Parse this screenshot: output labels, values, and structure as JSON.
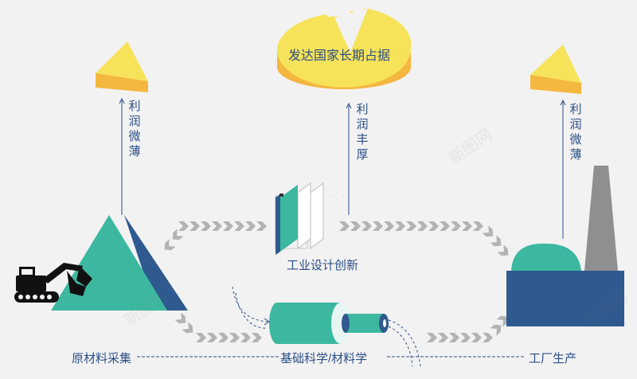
{
  "colors": {
    "teal": "#3db8a0",
    "navy": "#2f5a8f",
    "yellow": "#f7e35a",
    "orange": "#f4b73f",
    "gray_arrow": "#b3b3b3",
    "chimney": "#8f8f8f",
    "text": "#2c4f86"
  },
  "profits": {
    "left": "利润微薄",
    "middle": "利润丰厚",
    "right": "利润微薄"
  },
  "pie_title": "发达国家长期占据",
  "stages": {
    "design": "工业设计创新",
    "raw": "原材料采集",
    "science": "基础科学/材料学",
    "factory": "工厂生产"
  },
  "watermark": "新图网",
  "icons": [
    "excavator-icon",
    "mountain-icon",
    "design-panels-icon",
    "pipe-icon",
    "factory-icon",
    "cheese-icon",
    "pie-icon"
  ]
}
